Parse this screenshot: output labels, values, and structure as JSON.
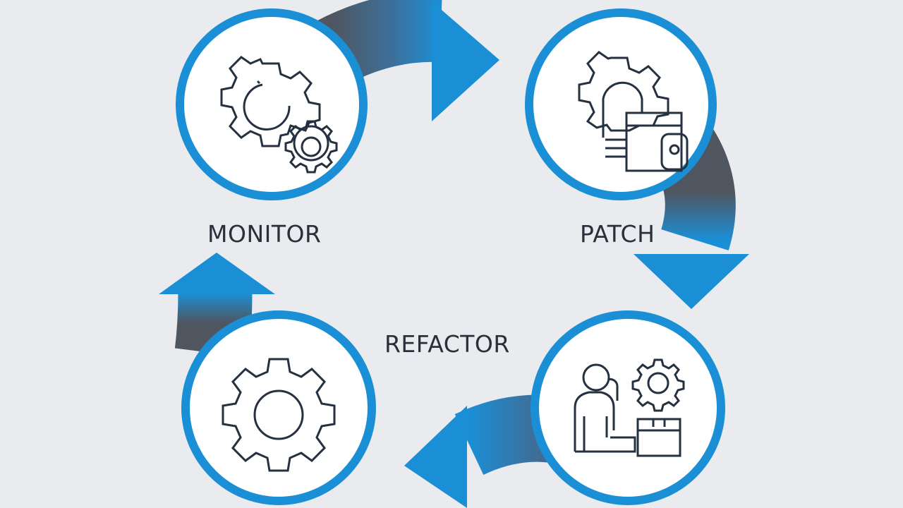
{
  "stages": [
    {
      "id": "monitor",
      "label": "MONITOR",
      "icon": "gears-icon"
    },
    {
      "id": "patch",
      "label": "PATCH",
      "icon": "gear-bulb-device-icon"
    },
    {
      "id": "support",
      "label": "",
      "icon": "person-gear-box-icon"
    },
    {
      "id": "refactor",
      "label": "REFACTOR",
      "icon": "gear-icon"
    }
  ],
  "colors": {
    "background": "#e9ebee",
    "accent_blue": "#1b8fd6",
    "arrow_dark": "#4f5660",
    "circle_fill": "#ffffff",
    "icon_stroke": "#253041",
    "label_text": "#2b2f3a"
  }
}
